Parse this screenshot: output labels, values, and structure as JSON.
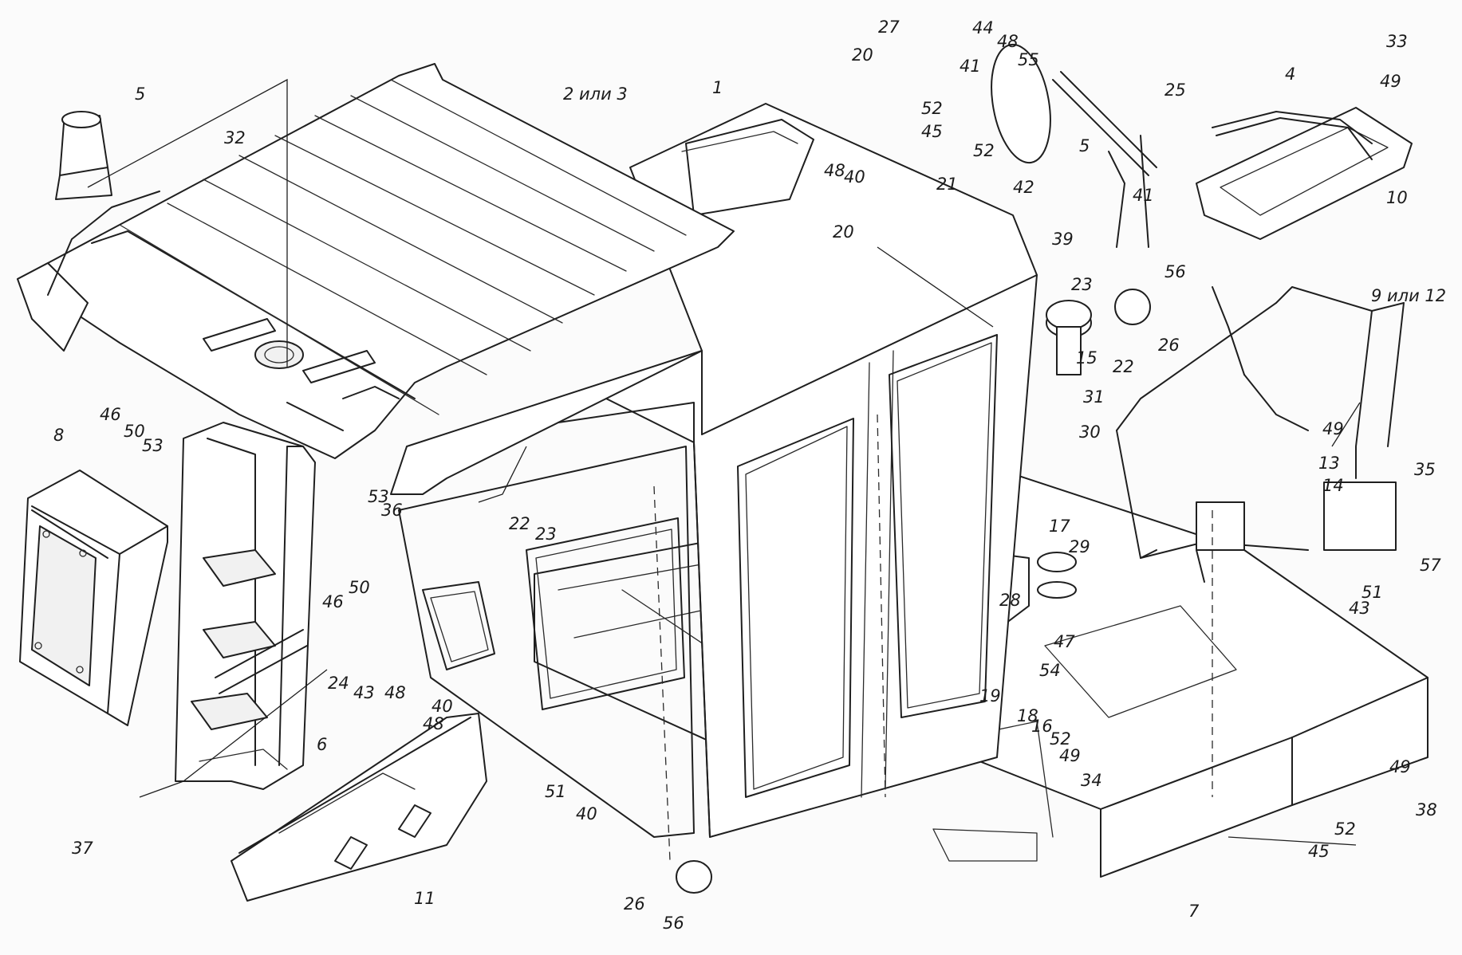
{
  "labels": [
    {
      "id": "c1",
      "text": "1"
    },
    {
      "id": "c2",
      "text": "2 или 3"
    },
    {
      "id": "c4",
      "text": "4"
    },
    {
      "id": "c5a",
      "text": "5"
    },
    {
      "id": "c5b",
      "text": "5"
    },
    {
      "id": "c6",
      "text": "6"
    },
    {
      "id": "c7",
      "text": "7"
    },
    {
      "id": "c8",
      "text": "8"
    },
    {
      "id": "c9",
      "text": "9 или 12"
    },
    {
      "id": "c10",
      "text": "10"
    },
    {
      "id": "c11",
      "text": "11"
    },
    {
      "id": "c13",
      "text": "13"
    },
    {
      "id": "c14",
      "text": "14"
    },
    {
      "id": "c15",
      "text": "15"
    },
    {
      "id": "c16",
      "text": "16"
    },
    {
      "id": "c17",
      "text": "17"
    },
    {
      "id": "c18",
      "text": "18"
    },
    {
      "id": "c19",
      "text": "19"
    },
    {
      "id": "c20a",
      "text": "20"
    },
    {
      "id": "c20b",
      "text": "20"
    },
    {
      "id": "c21",
      "text": "21"
    },
    {
      "id": "c22a",
      "text": "22"
    },
    {
      "id": "c22b",
      "text": "22"
    },
    {
      "id": "c23a",
      "text": "23"
    },
    {
      "id": "c23b",
      "text": "23"
    },
    {
      "id": "c24",
      "text": "24"
    },
    {
      "id": "c25",
      "text": "25"
    },
    {
      "id": "c26a",
      "text": "26"
    },
    {
      "id": "c26b",
      "text": "26"
    },
    {
      "id": "c27",
      "text": "27"
    },
    {
      "id": "c28",
      "text": "28"
    },
    {
      "id": "c29",
      "text": "29"
    },
    {
      "id": "c30",
      "text": "30"
    },
    {
      "id": "c31",
      "text": "31"
    },
    {
      "id": "c32",
      "text": "32"
    },
    {
      "id": "c33",
      "text": "33"
    },
    {
      "id": "c34",
      "text": "34"
    },
    {
      "id": "c35",
      "text": "35"
    },
    {
      "id": "c36",
      "text": "36"
    },
    {
      "id": "c37",
      "text": "37"
    },
    {
      "id": "c38",
      "text": "38"
    },
    {
      "id": "c39",
      "text": "39"
    },
    {
      "id": "c40a",
      "text": "40"
    },
    {
      "id": "c40b",
      "text": "40"
    },
    {
      "id": "c40c",
      "text": "40"
    },
    {
      "id": "c41a",
      "text": "41"
    },
    {
      "id": "c41b",
      "text": "41"
    },
    {
      "id": "c42",
      "text": "42"
    },
    {
      "id": "c43a",
      "text": "43"
    },
    {
      "id": "c43b",
      "text": "43"
    },
    {
      "id": "c44",
      "text": "44"
    },
    {
      "id": "c45a",
      "text": "45"
    },
    {
      "id": "c45b",
      "text": "45"
    },
    {
      "id": "c46a",
      "text": "46"
    },
    {
      "id": "c46b",
      "text": "46"
    },
    {
      "id": "c47",
      "text": "47"
    },
    {
      "id": "c48a",
      "text": "48"
    },
    {
      "id": "c48b",
      "text": "48"
    },
    {
      "id": "c48c",
      "text": "48"
    },
    {
      "id": "c48d",
      "text": "48"
    },
    {
      "id": "c49a",
      "text": "49"
    },
    {
      "id": "c49b",
      "text": "49"
    },
    {
      "id": "c49c",
      "text": "49"
    },
    {
      "id": "c49d",
      "text": "49"
    },
    {
      "id": "c50a",
      "text": "50"
    },
    {
      "id": "c50b",
      "text": "50"
    },
    {
      "id": "c51a",
      "text": "51"
    },
    {
      "id": "c51b",
      "text": "51"
    },
    {
      "id": "c52a",
      "text": "52"
    },
    {
      "id": "c52b",
      "text": "52"
    },
    {
      "id": "c52c",
      "text": "52"
    },
    {
      "id": "c52d",
      "text": "52"
    },
    {
      "id": "c53a",
      "text": "53"
    },
    {
      "id": "c53b",
      "text": "53"
    },
    {
      "id": "c54",
      "text": "54"
    },
    {
      "id": "c55",
      "text": "55"
    },
    {
      "id": "c56a",
      "text": "56"
    },
    {
      "id": "c56b",
      "text": "56"
    },
    {
      "id": "c57",
      "text": "57"
    }
  ]
}
